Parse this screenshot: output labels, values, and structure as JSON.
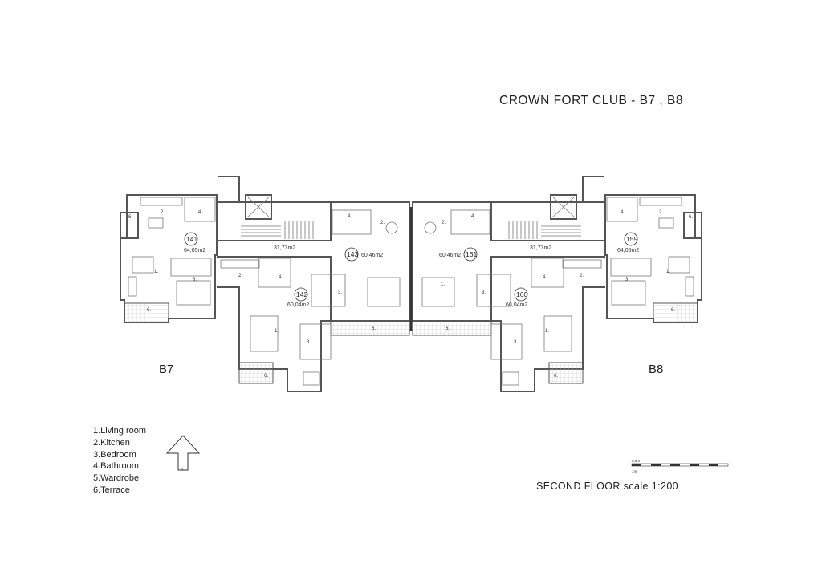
{
  "title": "CROWN FORT CLUB - B7 , B8",
  "buildings": {
    "left": "B7",
    "right": "B8"
  },
  "legend": [
    "1.Living room",
    "2.Kitchen",
    "3.Bedroom",
    "4.Bathroom",
    "5.Wardrobe",
    "6.Terrace"
  ],
  "footer": "SECOND FLOOR scale 1:200",
  "scale_bar": {
    "top_label": "0,5m",
    "bottom_label": "1m"
  },
  "north_arrow_label": "N",
  "units": [
    {
      "id": "141",
      "area": "64,05m2"
    },
    {
      "id": "142",
      "area": "60,04m2"
    },
    {
      "id": "143",
      "area": "60,46m2"
    },
    {
      "id": "161",
      "area": "60,46m2"
    },
    {
      "id": "160",
      "area": "60,04m2"
    },
    {
      "id": "159",
      "area": "64,05m2"
    }
  ],
  "stair_areas": [
    "31,73m2",
    "31,73m2"
  ],
  "room_labels": {
    "living": "1.",
    "kitchen": "2.",
    "bedroom": "3.",
    "bathroom": "4.",
    "terrace": "6."
  },
  "colors": {
    "wall": "#555555",
    "line": "#777777",
    "text": "#222222"
  }
}
